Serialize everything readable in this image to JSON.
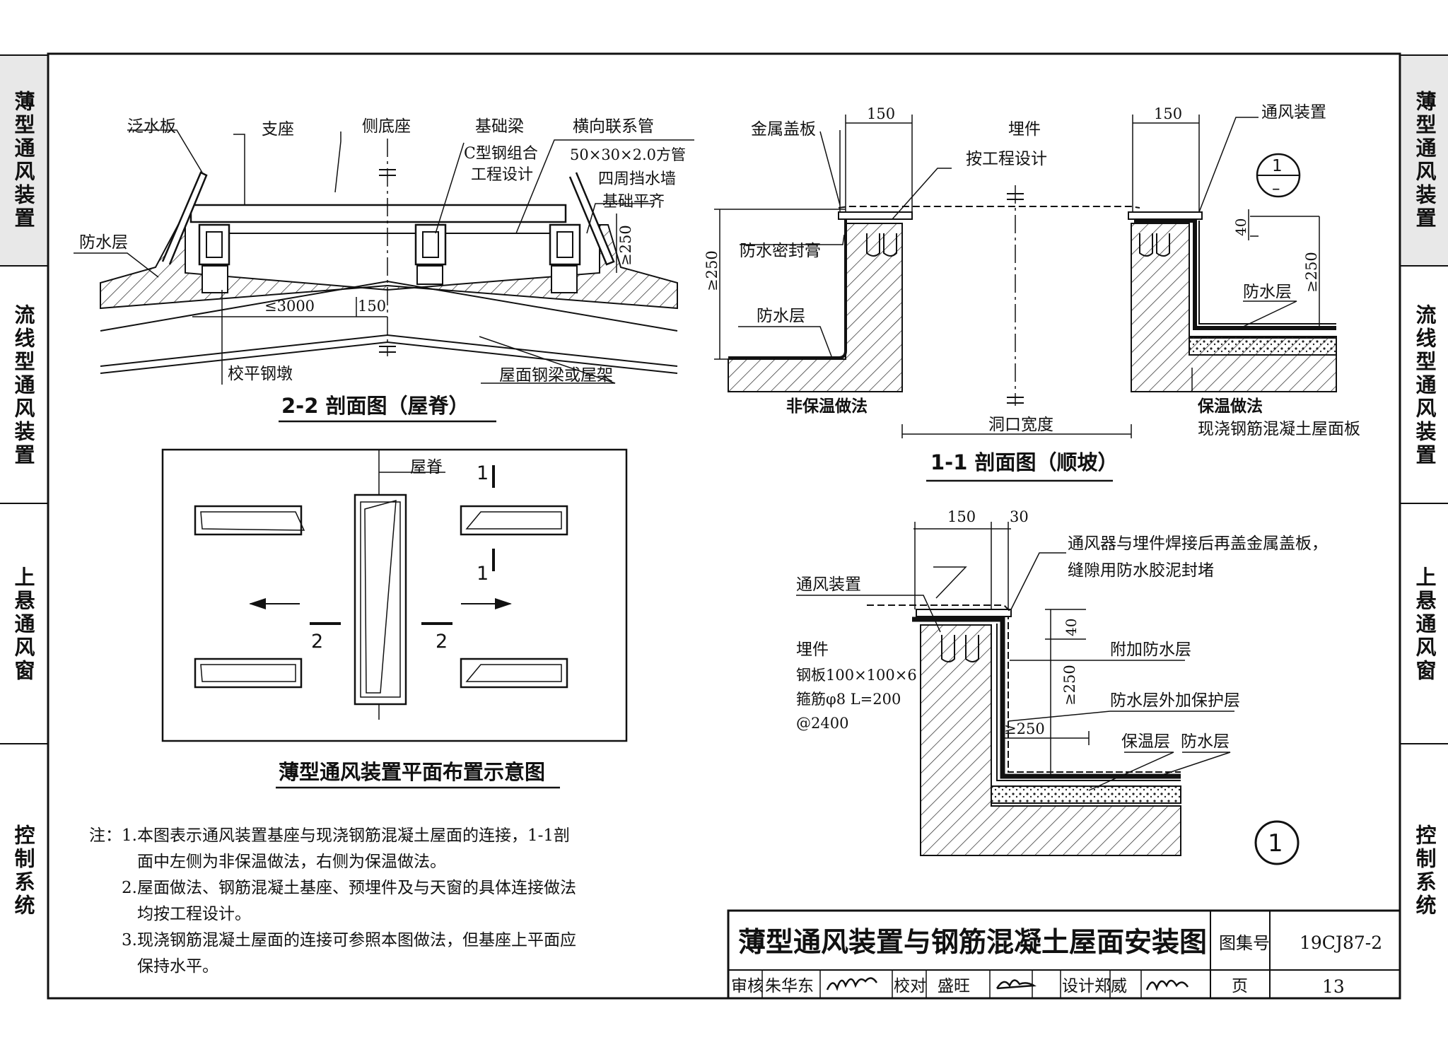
{
  "side_tabs_left": [
    {
      "label": "薄型通风装置",
      "active": true
    },
    {
      "label": "流线型通风装置",
      "active": false
    },
    {
      "label": "上悬通风窗",
      "active": false
    },
    {
      "label": "控制系统",
      "active": false
    }
  ],
  "side_tabs_right": [
    {
      "label": "薄型通风装置",
      "active": true
    },
    {
      "label": "流线型通风装置",
      "active": false
    },
    {
      "label": "上悬通风窗",
      "active": false
    },
    {
      "label": "控制系统",
      "active": false
    }
  ],
  "section_22": {
    "title": "2-2 剖面图（屋脊）",
    "labels": {
      "flashing": "泛水板",
      "support": "支座",
      "side_base": "侧底座",
      "base_beam": "基础梁",
      "c_steel_1": "C型钢组合",
      "c_steel_2": "工程设计",
      "tie_pipe": "横向联系管",
      "tie_pipe_size": "50×30×2.0方管",
      "wall_1": "四周挡水墙",
      "wall_2": "基础平齐",
      "waterproof": "防水层",
      "leveling_pier": "校平钢墩",
      "roof_beam": "屋面钢梁或屋架",
      "dim_3000": "≤3000",
      "dim_150": "150",
      "dim_250": "≥250"
    }
  },
  "section_11": {
    "title": "1-1 剖面图（顺坡）",
    "labels": {
      "metal_cover": "金属盖板",
      "embedded": "埋件",
      "by_design": "按工程设计",
      "vent_device": "通风装置",
      "sealant": "防水密封膏",
      "waterproof_left": "防水层",
      "waterproof_right": "防水层",
      "non_insulated": "非保温做法",
      "insulated": "保温做法",
      "cast_slab": "现浇钢筋混凝土屋面板",
      "opening_width": "洞口宽度",
      "dim_150_left": "150",
      "dim_150_right": "150",
      "dim_250_left": "≥250",
      "dim_250_right": "≥250",
      "dim_40": "40",
      "detail_ref_top": "1",
      "detail_ref_bottom": "–"
    }
  },
  "plan": {
    "title": "薄型通风装置平面布置示意图",
    "ridge": "屋脊",
    "cut_1a": "1",
    "cut_1b": "1",
    "cut_2a": "2",
    "cut_2b": "2"
  },
  "detail_1": {
    "number": "1",
    "labels": {
      "dim_150": "150",
      "dim_30": "30",
      "weld_note_1": "通风器与埋件焊接后再盖金属盖板，",
      "weld_note_2": "缝隙用防水胶泥封堵",
      "vent_device": "通风装置",
      "embedded": "埋件",
      "plate": "钢板100×100×6",
      "stirrup": "箍筋φ8 L=200",
      "spacing": "@2400",
      "dim_40": "40",
      "extra_waterproof": "附加防水层",
      "dim_250_v": "≥250",
      "protection": "防水层外加保护层",
      "dim_250_h": "≥250",
      "insulation": "保温层",
      "waterproof": "防水层"
    }
  },
  "notes": [
    {
      "prefix": "注：",
      "num": "1.",
      "text": "本图表示通风装置基座与现浇钢筋混凝土屋面的连接，1-1剖"
    },
    {
      "prefix": "",
      "num": "",
      "text": "面中左侧为非保温做法，右侧为保温做法。"
    },
    {
      "prefix": "",
      "num": "2.",
      "text": "屋面做法、钢筋混凝土基座、预埋件及与天窗的具体连接做法"
    },
    {
      "prefix": "",
      "num": "",
      "text": "均按工程设计。"
    },
    {
      "prefix": "",
      "num": "3.",
      "text": "现浇钢筋混凝土屋面的连接可参照本图做法，但基座上平面应"
    },
    {
      "prefix": "",
      "num": "",
      "text": "保持水平。"
    }
  ],
  "title_block": {
    "drawing_title": "薄型通风装置与钢筋混凝土屋面安装图",
    "atlas_label": "图集号",
    "atlas_no": "19CJ87-2",
    "review_label": "审核",
    "reviewer": "朱华东",
    "check_label": "校对",
    "checker": "盛旺",
    "design_label": "设计",
    "designer": "郑威",
    "page_label": "页",
    "page_no": "13"
  },
  "colors": {
    "line": "#111111",
    "tab_active_bg": "#e8e8e8",
    "paper": "#ffffff"
  }
}
